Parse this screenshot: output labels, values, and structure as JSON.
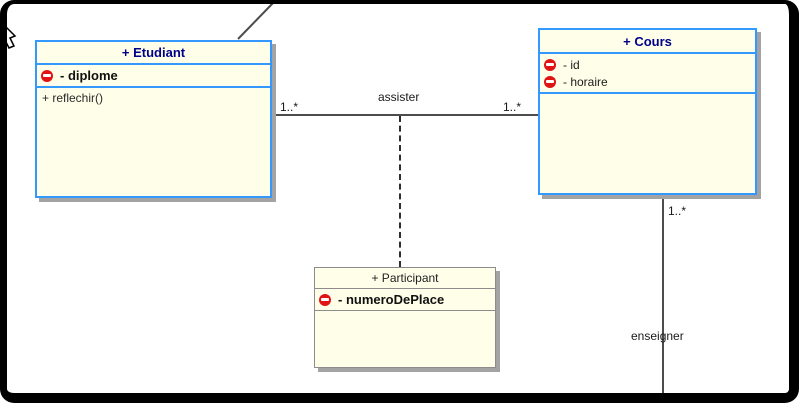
{
  "diagram": {
    "type": "uml-class-diagram",
    "classes": [
      {
        "name": "Etudiant",
        "title": "+ Etudiant",
        "attributes": [
          {
            "visibility": "private",
            "label": "- diplome",
            "emphasized": true
          }
        ],
        "operations": [
          {
            "label": "+ reflechir()"
          }
        ]
      },
      {
        "name": "Cours",
        "title": "+ Cours",
        "attributes": [
          {
            "visibility": "private",
            "label": "- id",
            "emphasized": false
          },
          {
            "visibility": "private",
            "label": "- horaire",
            "emphasized": false
          }
        ],
        "operations": []
      },
      {
        "name": "Participant",
        "title": "+ Participant",
        "attributes": [
          {
            "visibility": "private",
            "label": "- numeroDePlace",
            "emphasized": true
          }
        ],
        "operations": []
      }
    ],
    "associations": [
      {
        "name": "assister",
        "from": "Etudiant",
        "to": "Cours",
        "from_multiplicity": "1..*",
        "to_multiplicity": "1..*",
        "association_class": "Participant"
      },
      {
        "name": "enseigner",
        "from": "Cours",
        "to": "(off-screen)",
        "from_multiplicity": "1..*"
      }
    ],
    "colors": {
      "class_fill": "#fefee9",
      "selected_border_blue": "#3399ff",
      "default_border_gray": "#8c8c8c",
      "title_navy": "#00008b",
      "private_icon_red": "#e01414",
      "connector_gray": "#4c4c4c",
      "shadow_gray": "#a3a3a3"
    }
  }
}
